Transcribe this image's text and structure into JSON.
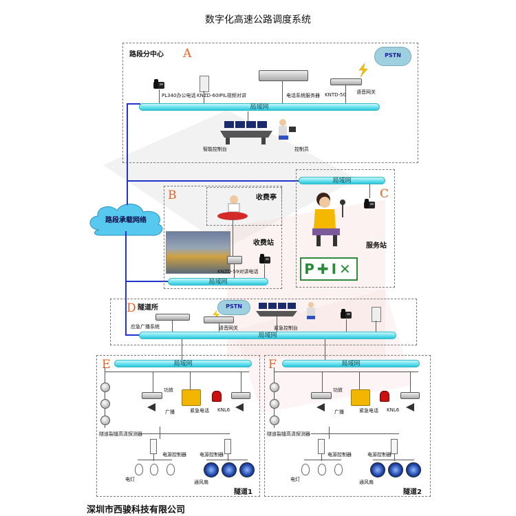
{
  "title": "数字化高速公路调度系统",
  "company": "深圳市西骏科技有限公司",
  "cloud": {
    "label": "路段承载网络"
  },
  "lan_label": "局域网",
  "pstn_label": "PSTN",
  "section_a": {
    "letter": "A",
    "name": "路段分中心",
    "labels": {
      "office_phone": "PL340办公电话",
      "video_intercom": "KNZD-60IPIL视频对讲",
      "phone_server": "电话系统服务器",
      "kntd": "KNTD-50",
      "voice_gateway": "语音网关",
      "smart_console": "智能控制台",
      "controller": "控制员"
    }
  },
  "section_b": {
    "letter": "B",
    "booth": "收费亭",
    "station": "收费站",
    "intercom": "KNZD-59对讲电话"
  },
  "section_c": {
    "letter": "C",
    "service": "服务站"
  },
  "section_d": {
    "letter": "D",
    "name": "隧道所",
    "labels": {
      "broadcast": "应急广播系统",
      "voice_gateway": "语音网关",
      "emergency_console": "紧急控制台"
    }
  },
  "tunnel_labels": {
    "amplifier": "功放",
    "broadcast": "广播",
    "emergency_phone": "紧急电话",
    "knl6": "KNL6",
    "detector": "隧道裂缝高清探测器",
    "power_controller": "电源控制器",
    "lamp": "电灯",
    "fan": "通风扇"
  },
  "section_e": {
    "letter": "E",
    "name": "隧道1"
  },
  "section_f": {
    "letter": "F",
    "name": "隧道2"
  }
}
